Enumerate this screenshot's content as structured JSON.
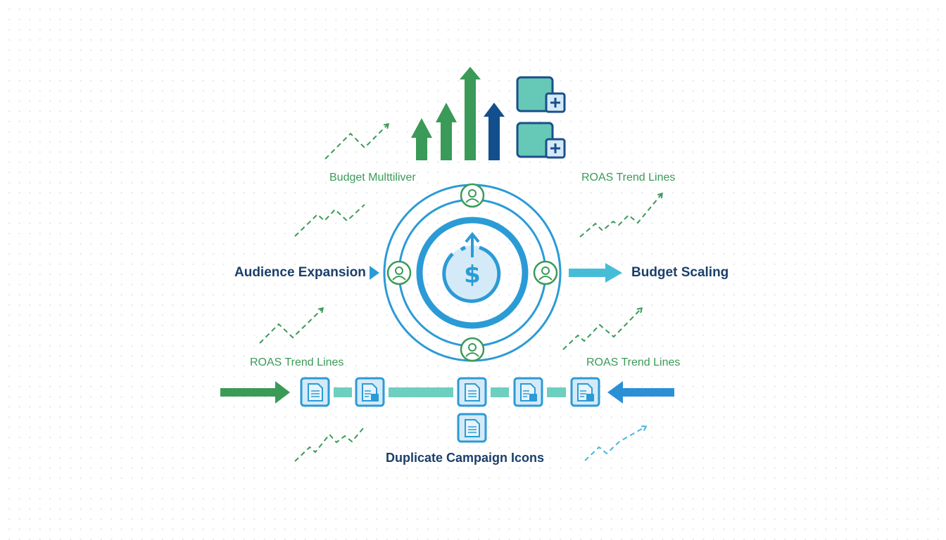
{
  "diagram": {
    "labels": {
      "budget_multiplier": "Budget Multtiliver",
      "roas_top_right": "ROAS Trend Lines",
      "audience_expansion": "Audience Expansion",
      "budget_scaling": "Budget Scaling",
      "roas_bottom_left": "ROAS Trend Lines",
      "roas_bottom_right": "ROAS Trend Lines",
      "duplicate_campaign_icons": "Duplicate Campaign Icons"
    },
    "icons": {
      "center": "dollar-growth-icon",
      "orbit_nodes": [
        "user-icon",
        "user-icon",
        "user-icon",
        "user-icon"
      ],
      "growth_arrows": [
        "arrow-up-icon",
        "arrow-up-icon",
        "arrow-up-icon",
        "arrow-up-icon"
      ],
      "duplicate_boxes": [
        "add-box-icon",
        "add-box-icon"
      ],
      "campaign_docs": [
        "document-icon",
        "document-copy-icon",
        "document-icon",
        "document-copy-icon",
        "document-copy-icon",
        "document-icon"
      ]
    },
    "colors": {
      "green": "#3a9a57",
      "navy": "#1b4f8a",
      "blue": "#2b9bd6",
      "teal": "#6ccfbf",
      "cyan": "#46bdd6",
      "light_blue_fill": "#d4eaf8"
    }
  }
}
